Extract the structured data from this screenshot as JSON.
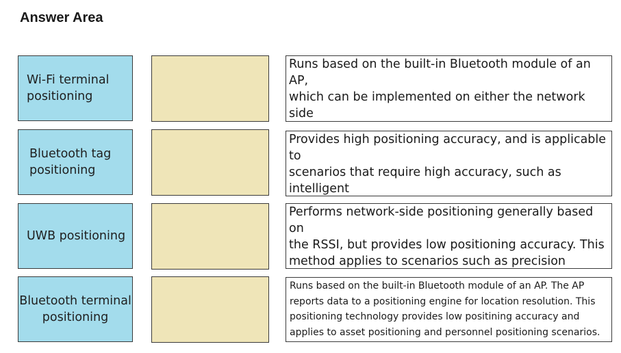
{
  "header": {
    "title": "Answer Area"
  },
  "terms": [
    {
      "label": "Wi-Fi terminal\npositioning"
    },
    {
      "label": "Bluetooth tag\npositioning"
    },
    {
      "label": "UWB positioning"
    },
    {
      "label": "Bluetooth terminal\npositioning"
    }
  ],
  "descriptions": [
    {
      "text": "Runs based on the built-in Bluetooth module of an AP,\nwhich can be implemented on either the network side\nor terminal side."
    },
    {
      "text": "Provides high positioning accuracy, and is applicable to\nscenarios that require high accuracy, such as intelligent\nmanufacturing, warehousing logistics, and mechanical\nmanufacturing."
    },
    {
      "text": "Performs network-side positioning generally based on\nthe RSSI, but provides low positioning accuracy. This\nmethod applies to scenarios such as precision marketing\nand customer flow analysis in shopping malls."
    },
    {
      "text": "Runs based on the built-in Bluetooth module of an AP. The AP\nreports data to a positioning engine for location resolution. This\npositioning technology provides low positining accuracy and\napplies to asset positioning and personnel positioning scenarios."
    }
  ],
  "colors": {
    "term_background": "#a3dcec",
    "drop_target_background": "#efe5b8",
    "border": "#3a3a3a"
  }
}
